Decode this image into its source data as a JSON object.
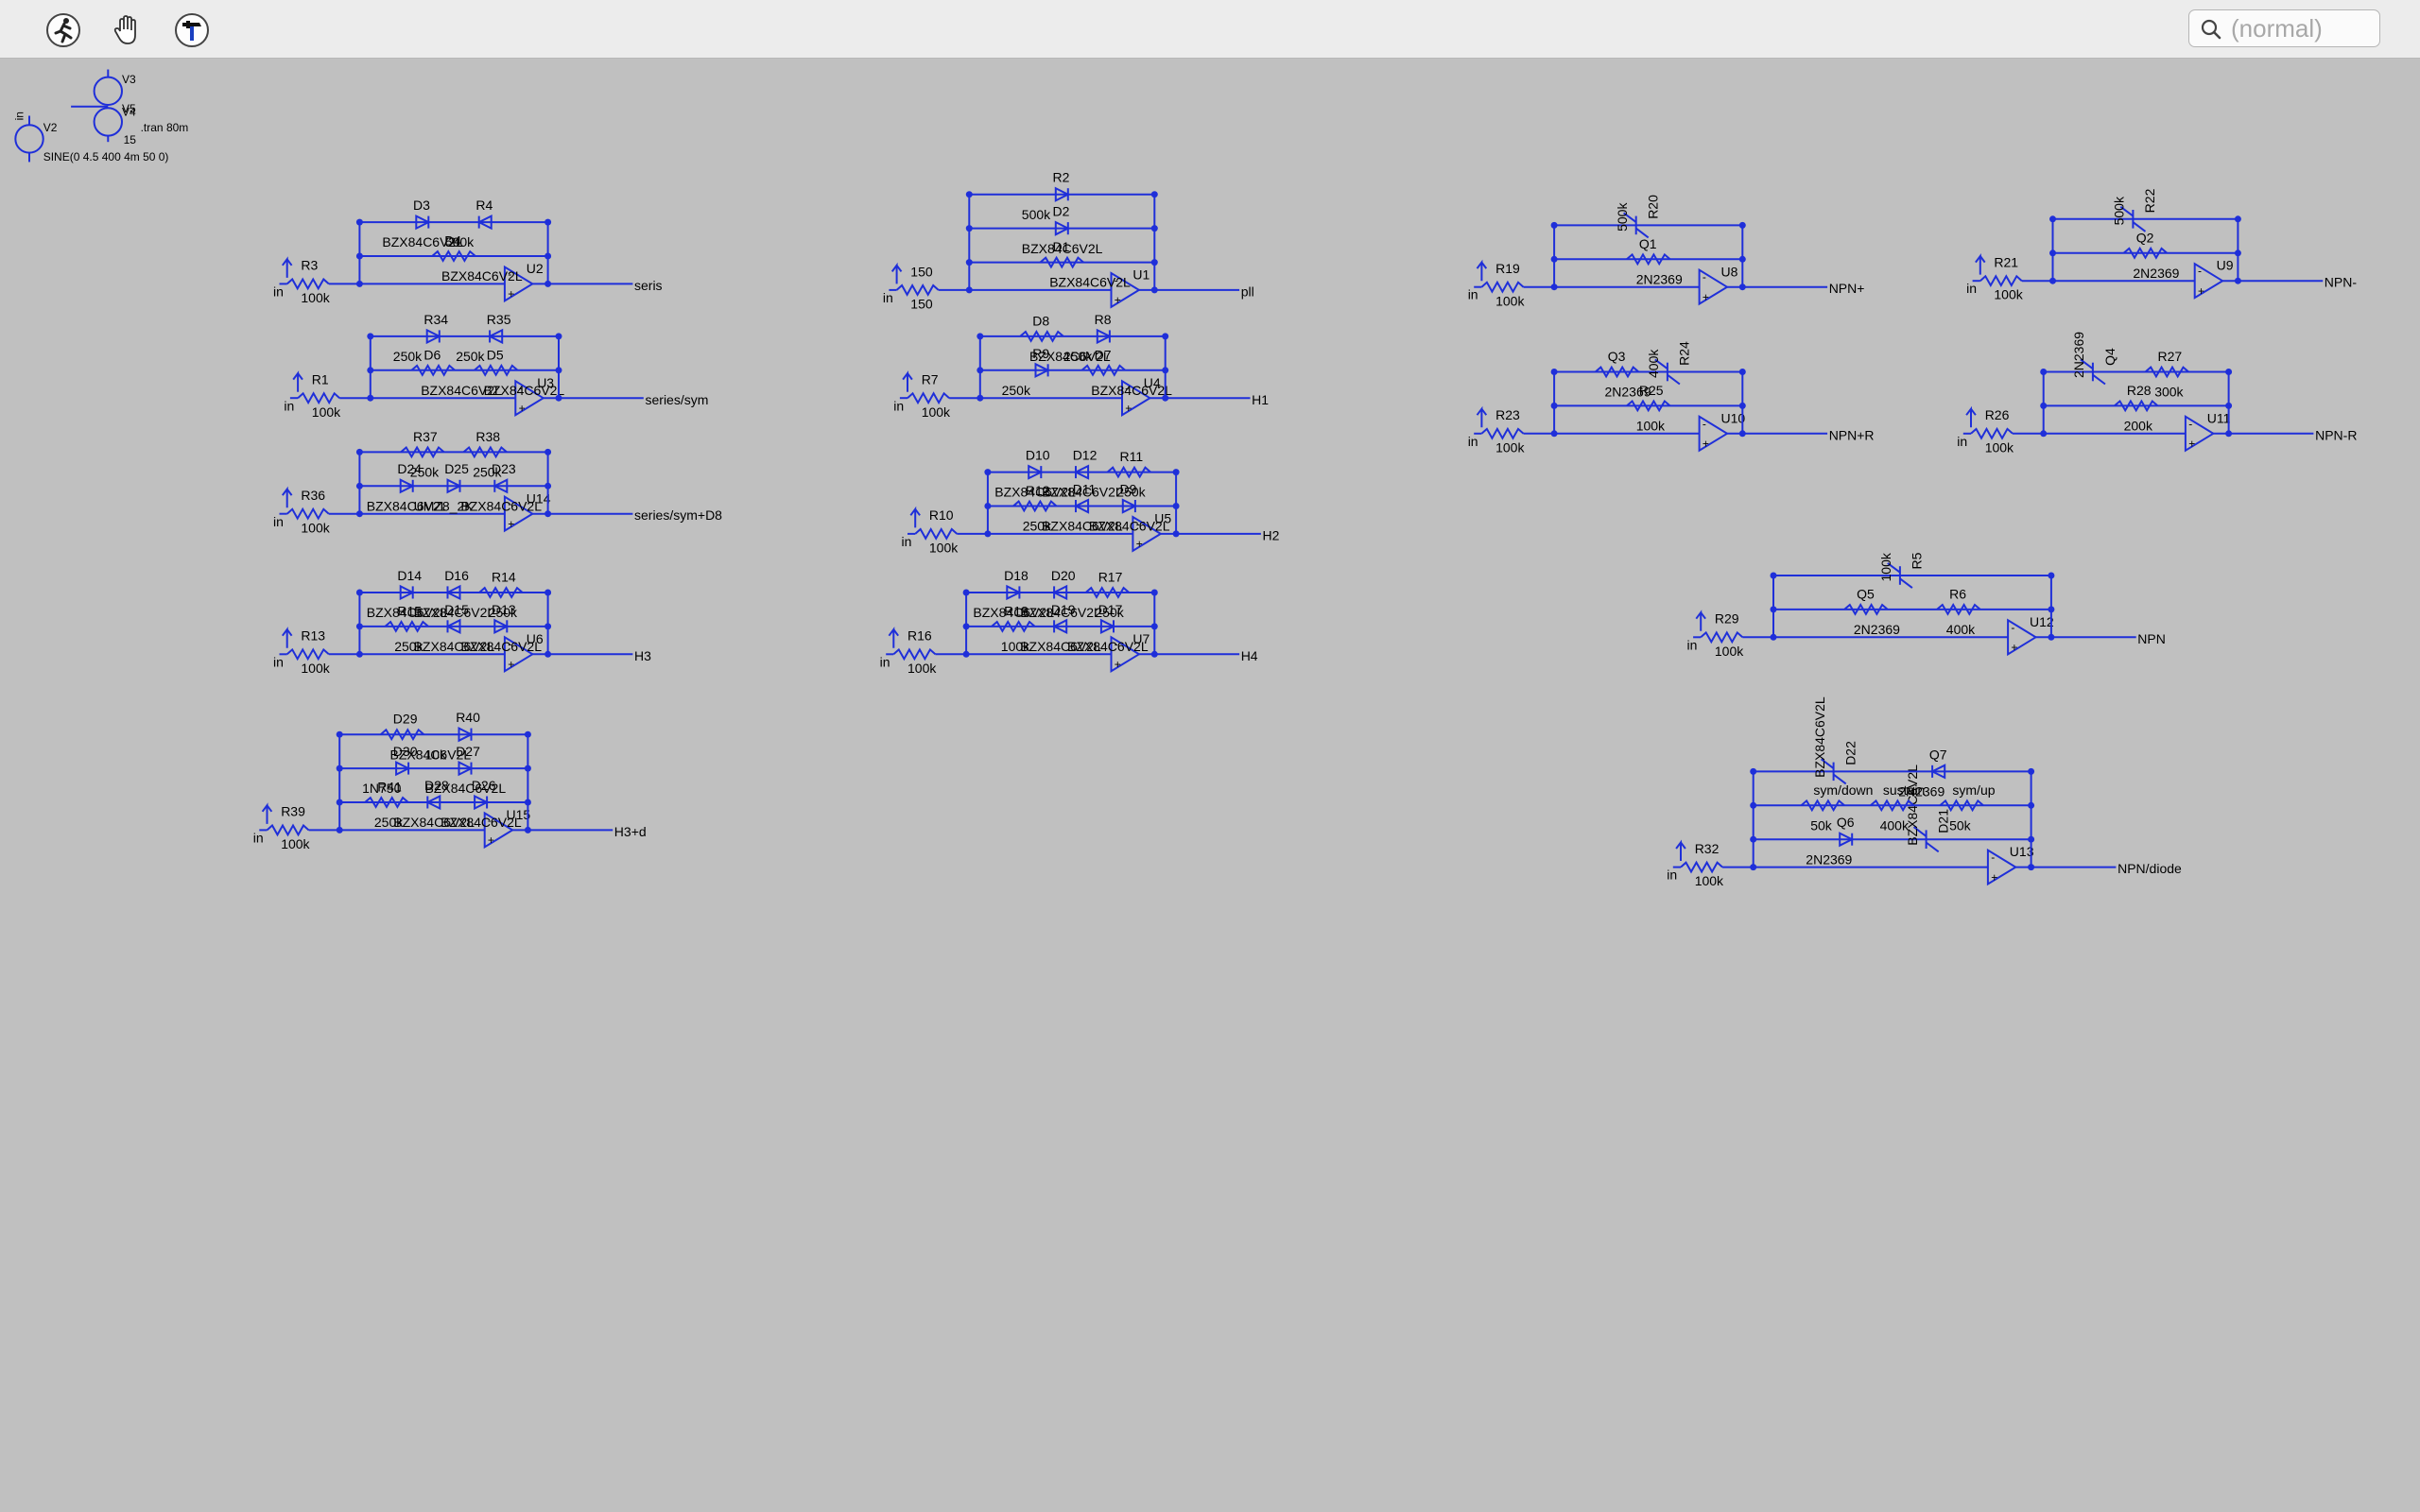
{
  "toolbar": {
    "search_placeholder": "(normal)",
    "tools": [
      "run-icon",
      "hand-icon",
      "hammer-icon"
    ]
  },
  "colors": {
    "wire": "#1f2fd9",
    "background": "#c0c0c0",
    "text": "#000000"
  },
  "directive": {
    "v3_label": "V3",
    "v5_label": "V5",
    "v4_label": "V4",
    "tran": ".tran 80m",
    "v3_value": "15",
    "v2_label": "V2",
    "v2_net": "in",
    "sine": "SINE(0 4.5 400 4m 50 0)"
  },
  "circuits": [
    {
      "id": "seris",
      "out": "seris",
      "opamp": "U2",
      "rin": "R3",
      "rin_val": "100k",
      "in": "in",
      "parts": [
        [
          "D4",
          "BZX84C6V2L"
        ],
        [
          "D3",
          "BZX84C6V2L"
        ],
        [
          "R4",
          "500k"
        ]
      ]
    },
    {
      "id": "pll",
      "out": "pll",
      "opamp": "U1",
      "rin": "150",
      "rin_val": "150",
      "in": "in",
      "parts": [
        [
          "D1",
          "BZX84C6V2L"
        ],
        [
          "D2",
          "BZX84C6V2L"
        ],
        [
          "R2",
          "500k"
        ]
      ]
    },
    {
      "id": "npn-plus",
      "out": "NPN+",
      "opamp": "U8",
      "rin": "R19",
      "rin_val": "100k",
      "in": "in",
      "parts": [
        [
          "Q1",
          "2N2369"
        ],
        [
          "R20",
          "500k"
        ]
      ]
    },
    {
      "id": "npn-minus",
      "out": "NPN-",
      "opamp": "U9",
      "rin": "R21",
      "rin_val": "100k",
      "in": "in",
      "parts": [
        [
          "Q2",
          "2N2369"
        ],
        [
          "R22",
          "500k"
        ]
      ]
    },
    {
      "id": "series-sym",
      "out": "series/sym",
      "opamp": "U3",
      "rin": "R1",
      "rin_val": "100k",
      "in": "in",
      "parts": [
        [
          "D6",
          "BZX84C6V2L"
        ],
        [
          "D5",
          "BZX84C6V2L"
        ],
        [
          "R34",
          "250k"
        ],
        [
          "R35",
          "250k"
        ]
      ]
    },
    {
      "id": "h1",
      "out": "H1",
      "opamp": "U4",
      "rin": "R7",
      "rin_val": "100k",
      "in": "in",
      "parts": [
        [
          "R9",
          "250k"
        ],
        [
          "D7",
          "BZX84C6V2L"
        ],
        [
          "D8",
          "BZX84C6V2L"
        ],
        [
          "R8",
          "250k"
        ]
      ]
    },
    {
      "id": "npn-r",
      "out": "NPN+R",
      "opamp": "U10",
      "rin": "R23",
      "rin_val": "100k",
      "in": "in",
      "parts": [
        [
          "R25",
          "100k"
        ],
        [
          "Q3",
          "2N2369"
        ],
        [
          "R24",
          "400k"
        ]
      ]
    },
    {
      "id": "npn-minus-r",
      "out": "NPN-R",
      "opamp": "U11",
      "rin": "R26",
      "rin_val": "100k",
      "in": "in",
      "parts": [
        [
          "R28",
          "200k"
        ],
        [
          "Q4",
          "2N2369"
        ],
        [
          "R27",
          "300k"
        ]
      ]
    },
    {
      "id": "series-sym-d8",
      "out": "series/sym+D8",
      "opamp": "U14",
      "rin": "R36",
      "rin_val": "100k",
      "in": "in",
      "parts": [
        [
          "D24",
          "BZX84C6V2L"
        ],
        [
          "D25",
          "UMZ8_2K"
        ],
        [
          "D23",
          "BZX84C6V2L"
        ],
        [
          "R37",
          "250k"
        ],
        [
          "R38",
          "250k"
        ]
      ]
    },
    {
      "id": "h2",
      "out": "H2",
      "opamp": "U5",
      "rin": "R10",
      "rin_val": "100k",
      "in": "in",
      "parts": [
        [
          "R12",
          "250k"
        ],
        [
          "D11",
          "BZX84C6V2L"
        ],
        [
          "D9",
          "BZX84C6V2L"
        ],
        [
          "D10",
          "BZX84C6V2L"
        ],
        [
          "D12",
          "BZX84C6V2L"
        ],
        [
          "R11",
          "250k"
        ]
      ]
    },
    {
      "id": "h3",
      "out": "H3",
      "opamp": "U6",
      "rin": "R13",
      "rin_val": "100k",
      "in": "in",
      "parts": [
        [
          "R15",
          "250k"
        ],
        [
          "D15",
          "BZX84C6V2L"
        ],
        [
          "D13",
          "BZX84C6V2L"
        ],
        [
          "D14",
          "BZX84C6V2L"
        ],
        [
          "D16",
          "BZX84C6V2L"
        ],
        [
          "R14",
          "250k"
        ]
      ]
    },
    {
      "id": "h4",
      "out": "H4",
      "opamp": "U7",
      "rin": "R16",
      "rin_val": "100k",
      "in": "in",
      "parts": [
        [
          "R18",
          "100k"
        ],
        [
          "D19",
          "BZX84C6V2L"
        ],
        [
          "D17",
          "BZX84C6V2L"
        ],
        [
          "D18",
          "BZX84C6V2L"
        ],
        [
          "D20",
          "BZX84C6V2L"
        ],
        [
          "R17",
          "250k"
        ]
      ]
    },
    {
      "id": "npn",
      "out": "NPN",
      "opamp": "U12",
      "rin": "R29",
      "rin_val": "100k",
      "in": "in",
      "parts": [
        [
          "Q5",
          "2N2369"
        ],
        [
          "R6",
          "400k"
        ],
        [
          "R5",
          "100k"
        ]
      ]
    },
    {
      "id": "h3d",
      "out": "H3+d",
      "opamp": "U15",
      "rin": "R39",
      "rin_val": "100k",
      "in": "in",
      "parts": [
        [
          "R41",
          "250k"
        ],
        [
          "D28",
          "BZX84C6V2L"
        ],
        [
          "D26",
          "BZX84C6V2L"
        ],
        [
          "D30",
          "1N750"
        ],
        [
          "D27",
          "BZX84C6V2L"
        ],
        [
          "D29",
          "BZX84C6V2L"
        ],
        [
          "R40",
          "10k"
        ]
      ]
    },
    {
      "id": "npn-diode",
      "out": "NPN/diode",
      "opamp": "U13",
      "rin": "R32",
      "rin_val": "100k",
      "in": "in",
      "parts": [
        [
          "Q6",
          "2N2369"
        ],
        [
          "D21",
          "BZX84C6V2L"
        ],
        [
          "sym/down",
          "50k"
        ],
        [
          "sustain",
          "400k"
        ],
        [
          "sym/up",
          "50k"
        ],
        [
          "D22",
          "BZX84C6V2L"
        ],
        [
          "Q7",
          "2N2369"
        ]
      ]
    }
  ]
}
